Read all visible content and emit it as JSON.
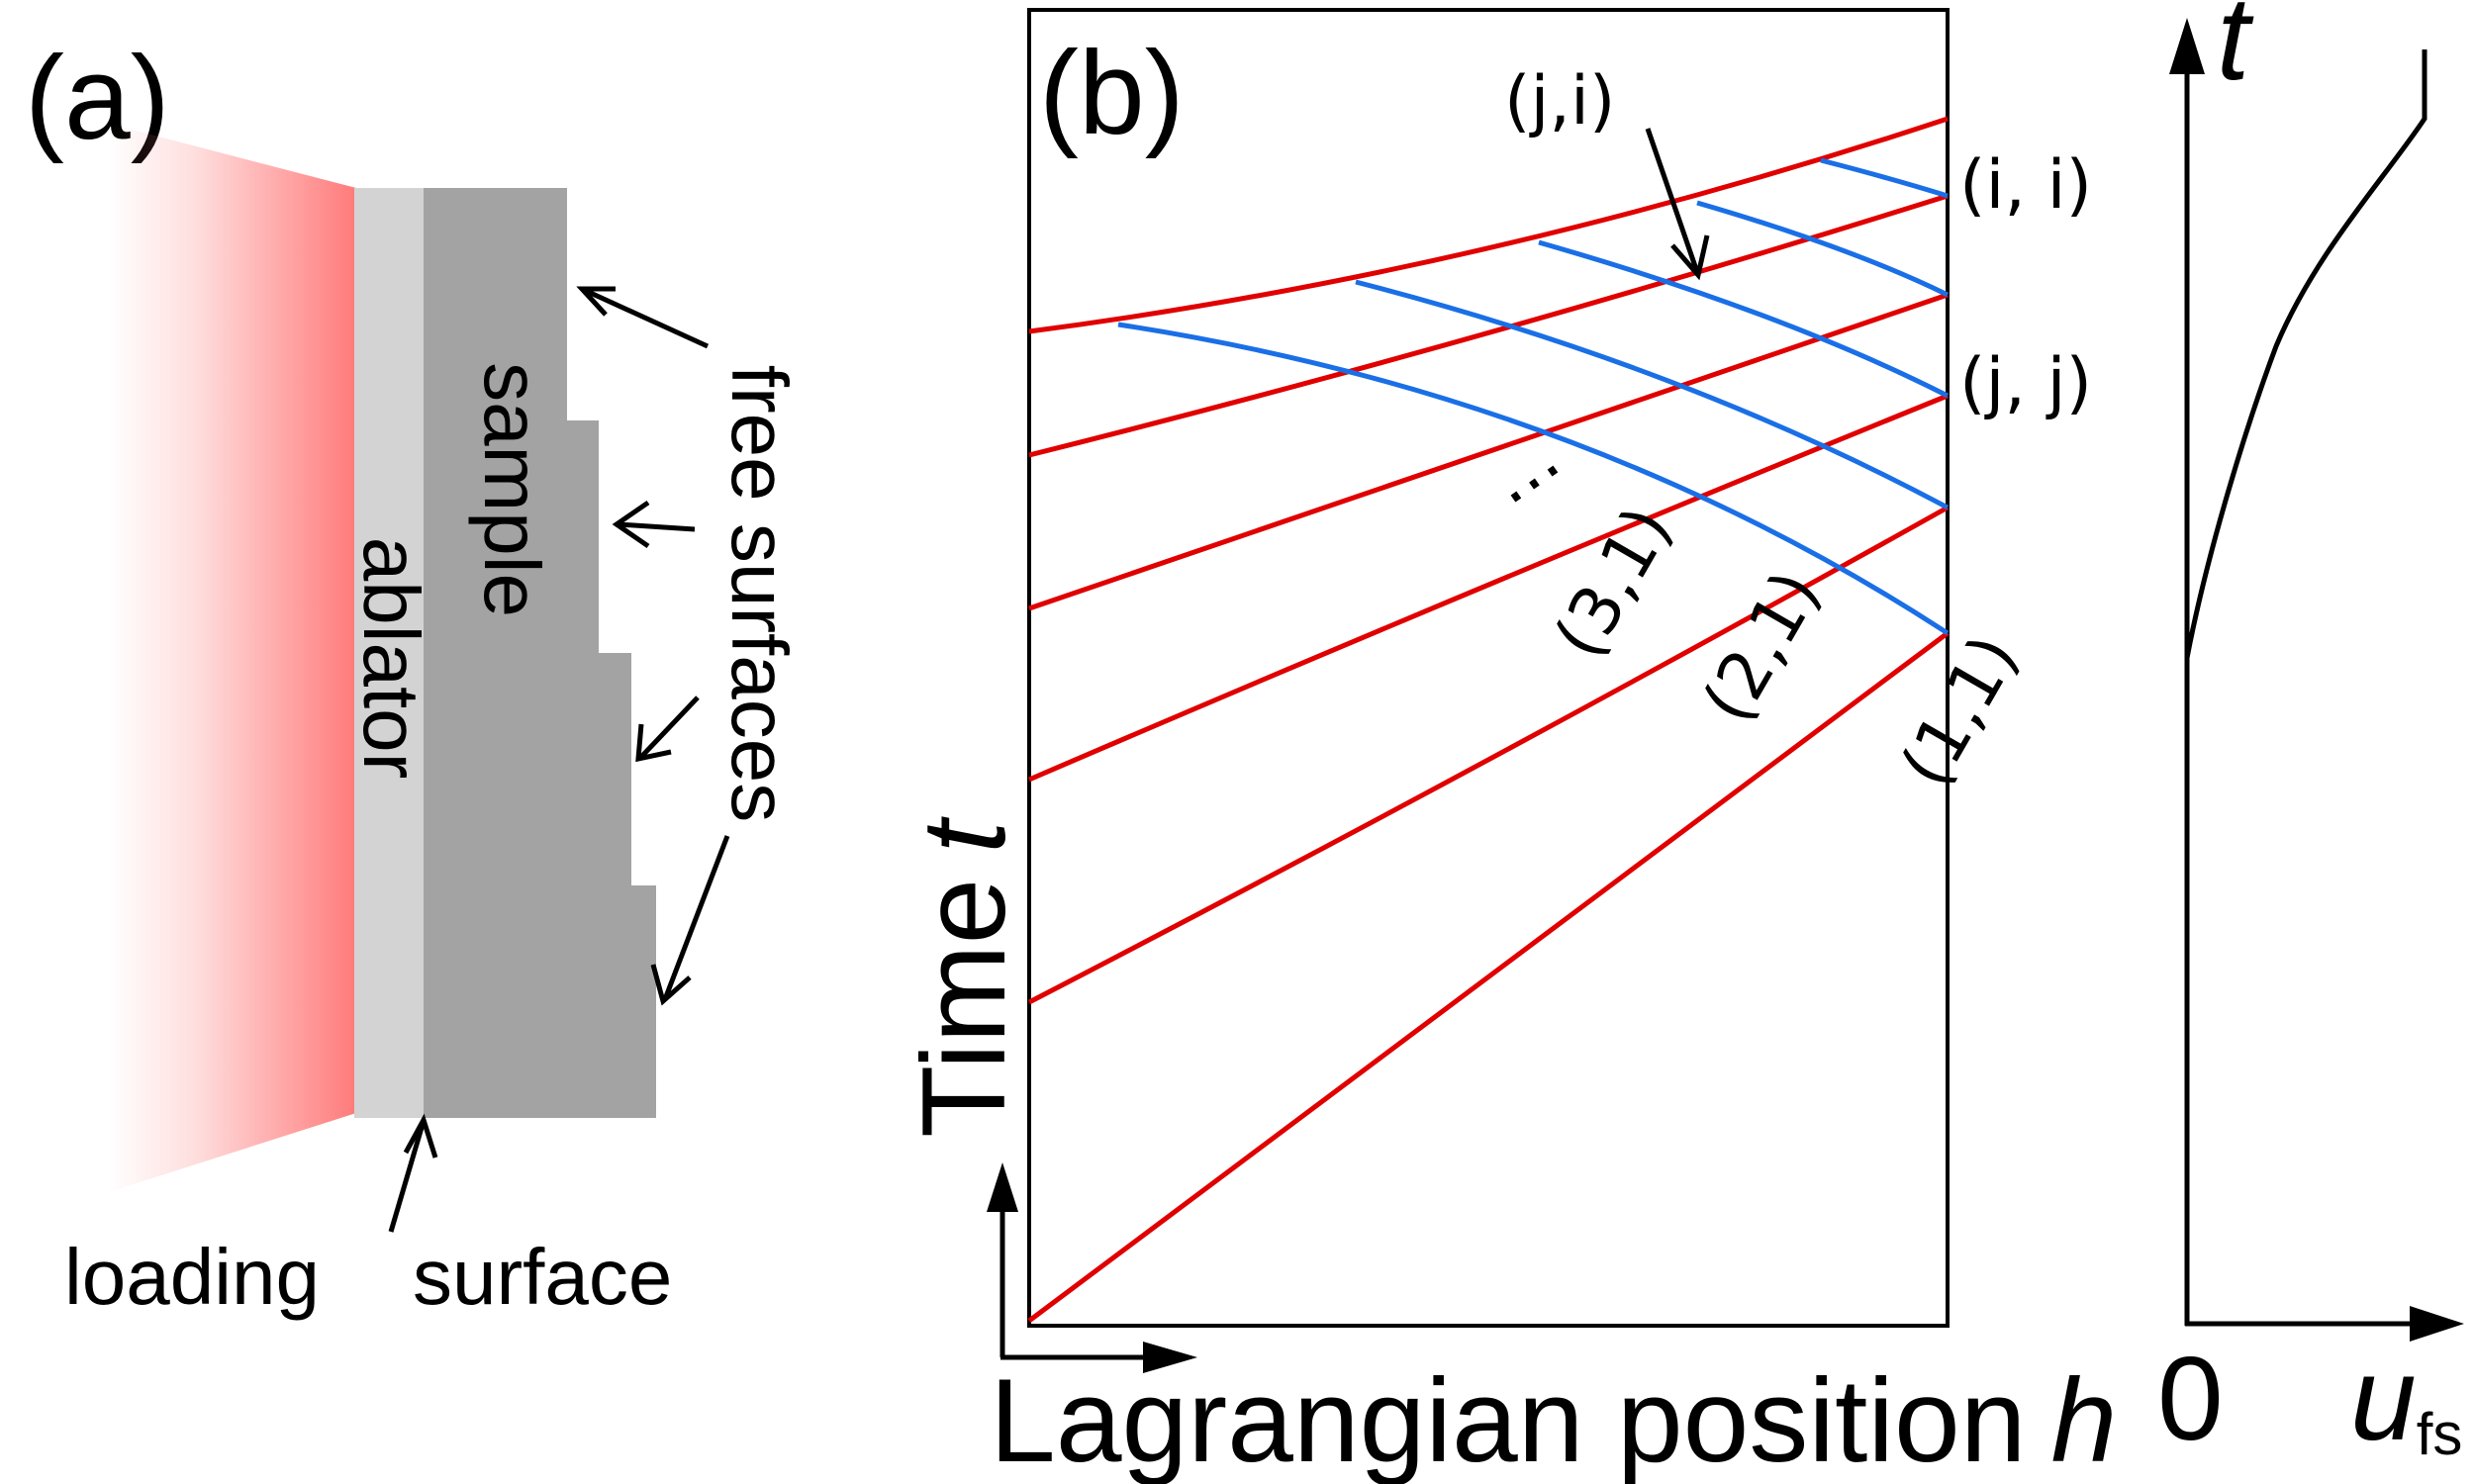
{
  "panel_a": {
    "label": "(a)",
    "sample_label": "sample",
    "ablator_label": "ablator",
    "free_surfaces_label": "free surfaces",
    "loading_label": "loading",
    "surface_label": "surface",
    "colors": {
      "laser": "#ff7a7a",
      "ablator": "#d3d3d3",
      "sample": "#a3a3a3"
    }
  },
  "panel_b": {
    "label": "(b)",
    "xlabel": "Lagrangian position",
    "xlabel_var": "h",
    "ylabel": "Time",
    "ylabel_var": "t",
    "annotations": {
      "ji": "(j,i)",
      "ii": "(i, i)",
      "jj": "(j, j)",
      "dots": "…",
      "p31": "(3,1)",
      "p21": "(2,1)",
      "p11": "(1,1)"
    },
    "colors": {
      "forward": "#e00000",
      "backward": "#1a6fe6"
    }
  },
  "panel_c": {
    "ylabel": "t",
    "xlabel_main": "u",
    "xlabel_sub": "fs",
    "origin": "0"
  }
}
